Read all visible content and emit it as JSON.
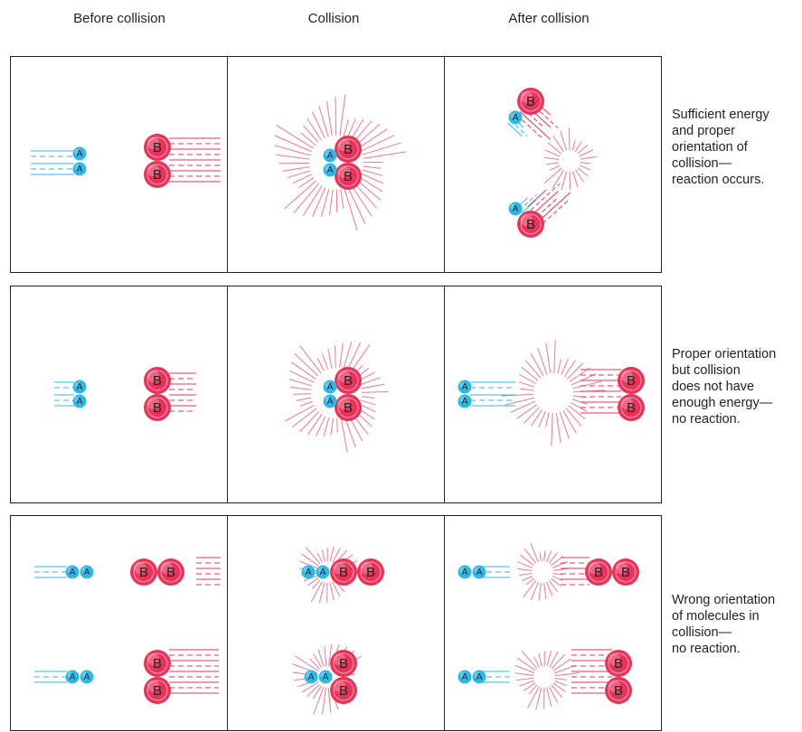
{
  "headers": {
    "before": "Before collision",
    "collision": "Collision",
    "after": "After collision"
  },
  "captions": {
    "row1": "Sufficient energy\nand proper\norientation of\ncollision—\nreaction occurs.",
    "row2": "Proper orientation\nbut collision\ndoes not have\nenough energy—\nno reaction.",
    "row3": "Wrong orientation\nof molecules in\ncollision—\nno reaction."
  },
  "atoms": {
    "a_label": "A",
    "b_label": "B"
  },
  "colors": {
    "atom_a": "#2db8e6",
    "atom_b": "#e8335a",
    "burst": "#e87a95",
    "border": "#231f20"
  }
}
